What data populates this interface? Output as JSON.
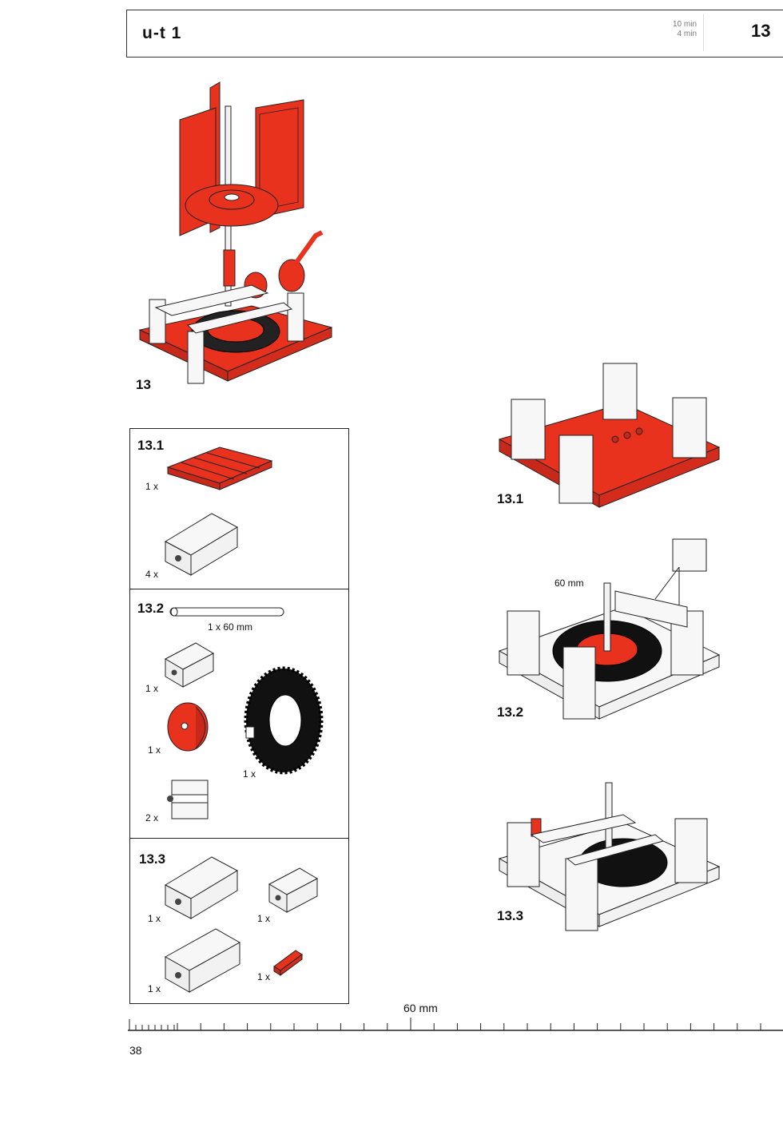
{
  "header": {
    "title": "u-t 1",
    "time_lines": [
      "10 min",
      "4 min"
    ],
    "step_number": "13"
  },
  "main_figure": {
    "label": "13"
  },
  "parts_list": [
    {
      "step": "13.1",
      "items": [
        {
          "qty": "1 x"
        },
        {
          "qty": "4 x"
        }
      ]
    },
    {
      "step": "13.2",
      "axle_label": "1 x 60 mm",
      "items": [
        {
          "qty": "1 x"
        },
        {
          "qty": "1 x"
        },
        {
          "qty": "1 x"
        },
        {
          "qty": "2 x"
        }
      ]
    },
    {
      "step": "13.3",
      "items": [
        {
          "qty": "1 x"
        },
        {
          "qty": "1 x"
        },
        {
          "qty": "1 x"
        },
        {
          "qty": "1 x"
        }
      ]
    }
  ],
  "assembly_steps": [
    {
      "label": "13.1"
    },
    {
      "label": "13.2",
      "dimension": "60 mm"
    },
    {
      "label": "13.3"
    }
  ],
  "ruler": {
    "label": "60 mm"
  },
  "page_number": "38",
  "colors": {
    "accent": "#e8321e",
    "ink": "#111111",
    "part_white": "#f7f7f7"
  }
}
